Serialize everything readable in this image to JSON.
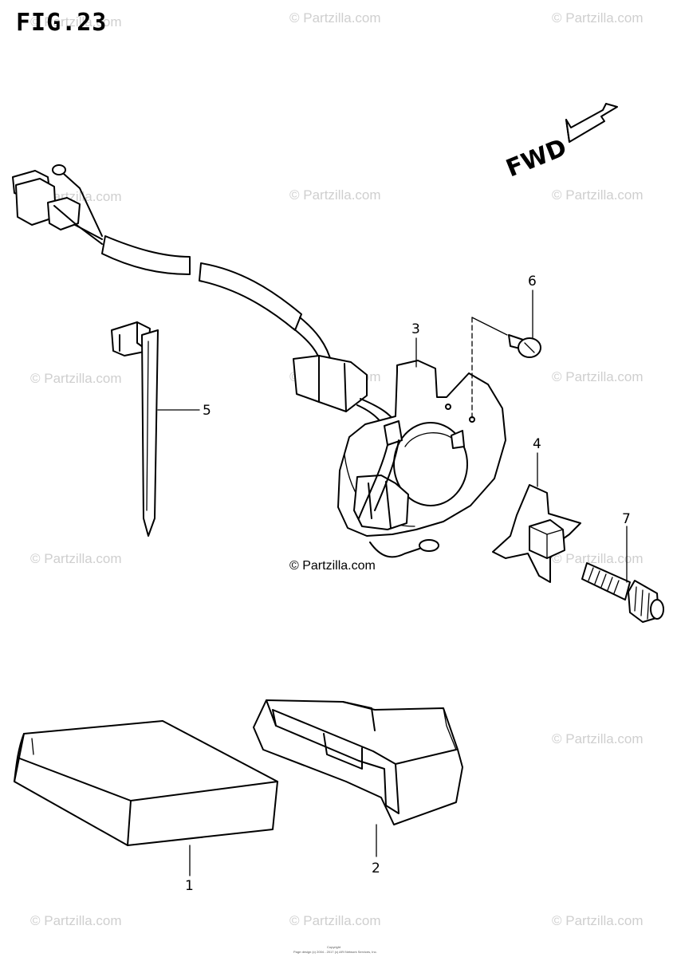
{
  "figure": {
    "title": "FIG.23"
  },
  "direction": {
    "label": "FWD"
  },
  "parts": [
    {
      "ref": "1"
    },
    {
      "ref": "2"
    },
    {
      "ref": "3"
    },
    {
      "ref": "4"
    },
    {
      "ref": "5"
    },
    {
      "ref": "6"
    },
    {
      "ref": "7"
    }
  ],
  "watermark": {
    "text": "© Partzilla.com",
    "center_text": "© Partzilla.com"
  },
  "footer": {
    "line1": "Copyright",
    "line2": "Page design (c) 2004 - 2017 (c) ARI Network Services, Inc."
  }
}
